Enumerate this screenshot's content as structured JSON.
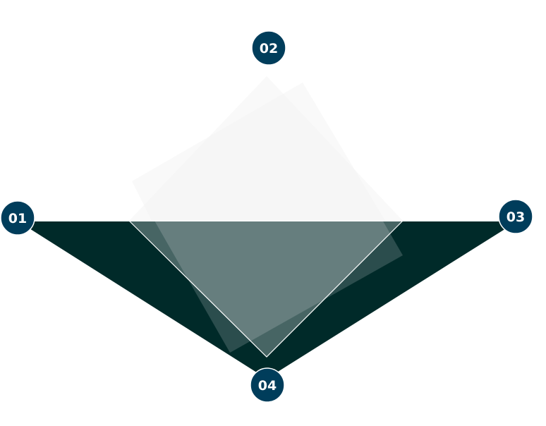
{
  "diagram": {
    "colors": {
      "triangle": "#002a29",
      "badge": "#003d5b",
      "square": "#ffffff"
    },
    "steps": [
      {
        "label": "01"
      },
      {
        "label": "02"
      },
      {
        "label": "03"
      },
      {
        "label": "04"
      }
    ]
  }
}
